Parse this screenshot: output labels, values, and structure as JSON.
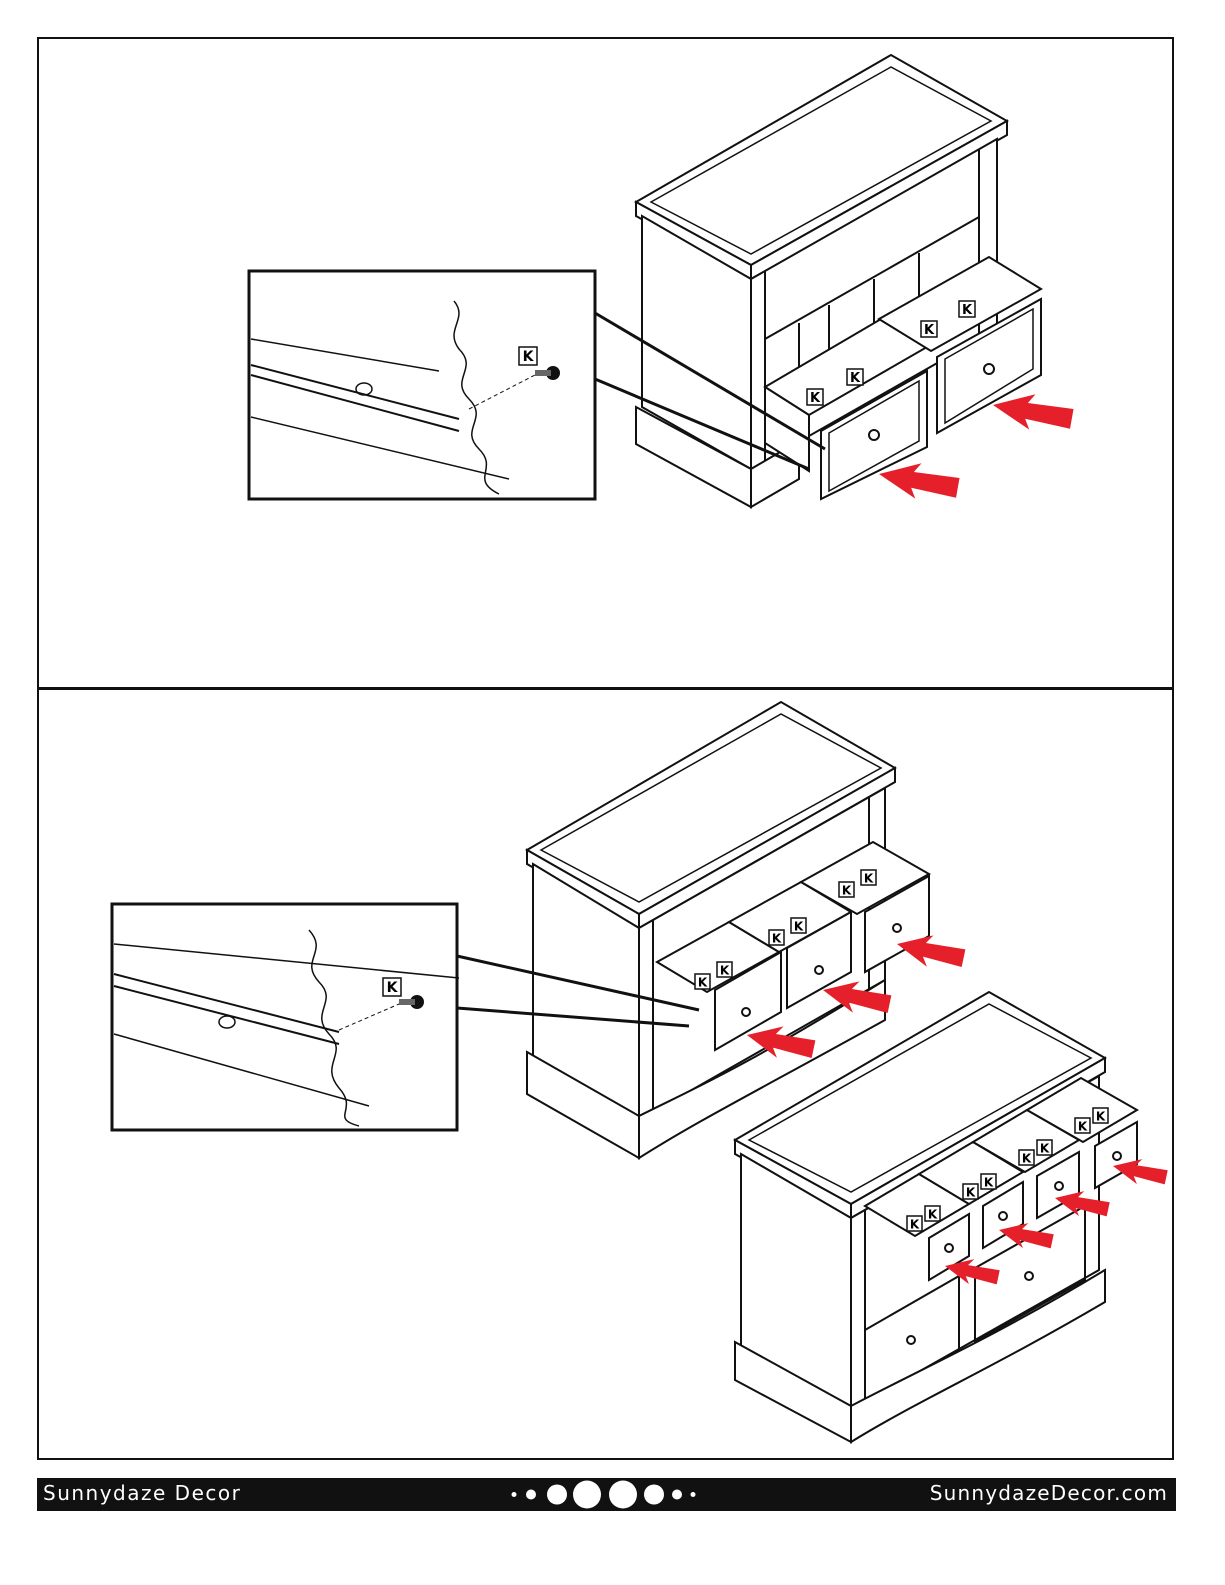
{
  "footer": {
    "brand": "Sunnydaze Decor",
    "website": "SunnydazeDecor.com"
  },
  "part_label": "K",
  "colors": {
    "arrow": "#e5202a",
    "ink": "#111111",
    "footer_bg": "#111111"
  },
  "icons": [
    "red-push-arrow-icon",
    "screw-icon",
    "drawer-pull-ring-icon"
  ]
}
